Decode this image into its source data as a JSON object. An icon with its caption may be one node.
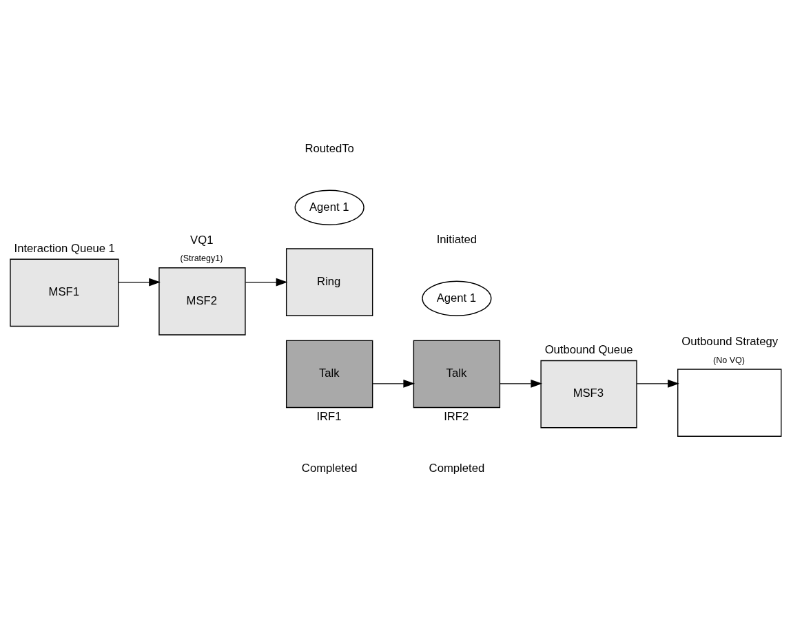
{
  "diagram": {
    "nodes": [
      {
        "text": [
          "Interaction Queue 1",
          "MSF1"
        ]
      },
      {
        "text": [
          "VQ1",
          "(Strategy1)",
          "MSF2"
        ]
      },
      {
        "text": [
          "Agent 1"
        ]
      },
      {
        "text": [
          "Ring"
        ]
      },
      {
        "text": [
          "Talk"
        ],
        "beside": [
          "IRF1"
        ]
      },
      {
        "text": [
          "Agent 1"
        ]
      },
      {
        "text": [
          "Talk"
        ],
        "beside": [
          "IRF2"
        ]
      },
      {
        "text": [
          "Outbound Queue",
          "MSF3"
        ]
      },
      {
        "text": [
          "Outbound Strategy",
          "(No VQ)"
        ]
      }
    ],
    "edges": [
      {
        "from": 0,
        "to": 1,
        "arrow": "to"
      },
      {
        "from": 1,
        "to": 3,
        "arrow": "to"
      },
      {
        "from": 4,
        "to": 6,
        "arrow": "to"
      },
      {
        "from": 6,
        "to": 7,
        "arrow": "to"
      },
      {
        "from": 7,
        "to": 8,
        "arrow": "to"
      }
    ],
    "labels": [
      "RoutedTo",
      "Initiated",
      "Completed",
      "Completed"
    ]
  }
}
